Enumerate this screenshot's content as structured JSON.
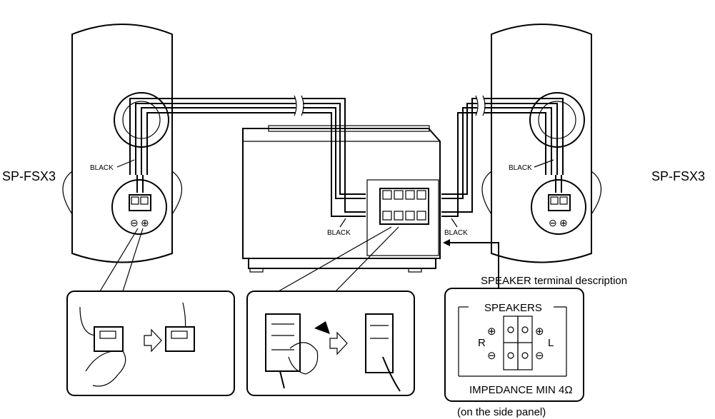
{
  "speakers": {
    "left_model": "SP-FSX3",
    "right_model": "SP-FSX3",
    "wire_color_label": "BLACK",
    "polarity_minus": "⊖",
    "polarity_plus": "⊕"
  },
  "main_unit": {
    "wire_label_left": "BLACK",
    "wire_label_right": "BLACK"
  },
  "terminal_description": {
    "caption": "SPEAKER terminal description",
    "panel_title": "SPEAKERS",
    "right_channel": "R",
    "left_channel": "L",
    "plus_symbol": "⊕",
    "minus_symbol": "⊖",
    "impedance": "IMPEDANCE MIN 4Ω",
    "location_note": "(on the side panel)"
  }
}
